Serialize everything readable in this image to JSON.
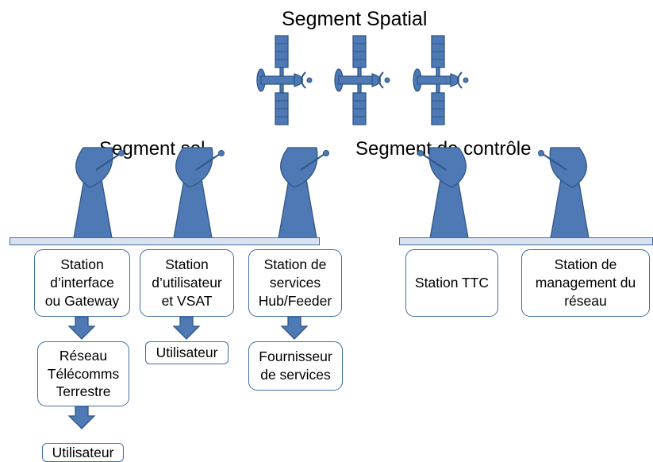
{
  "titles": {
    "space": "Segment Spatial",
    "ground": "Segment sol",
    "control": "Segment de contrôle"
  },
  "ground_boxes": [
    "Station\nd’interface\nou Gateway",
    "Station\nd’utilisateur\net VSAT",
    "Station de\nservices\nHub/Feeder"
  ],
  "ground_downstream": {
    "network": "Réseau\nTélécomms\nTerrestre",
    "user_1": "Utilisateur",
    "user_2": "Utilisateur",
    "provider": "Fournisseur\nde services"
  },
  "control_boxes": [
    "Station TTC",
    "Station de\nmanagement du\nréseau"
  ],
  "icons": [
    "satellite-icon",
    "dish-antenna-icon",
    "arrow-down-icon"
  ],
  "colors": {
    "accent": "#4e79b4",
    "stroke": "#3f6da3",
    "platform": "#d9e3f0"
  }
}
